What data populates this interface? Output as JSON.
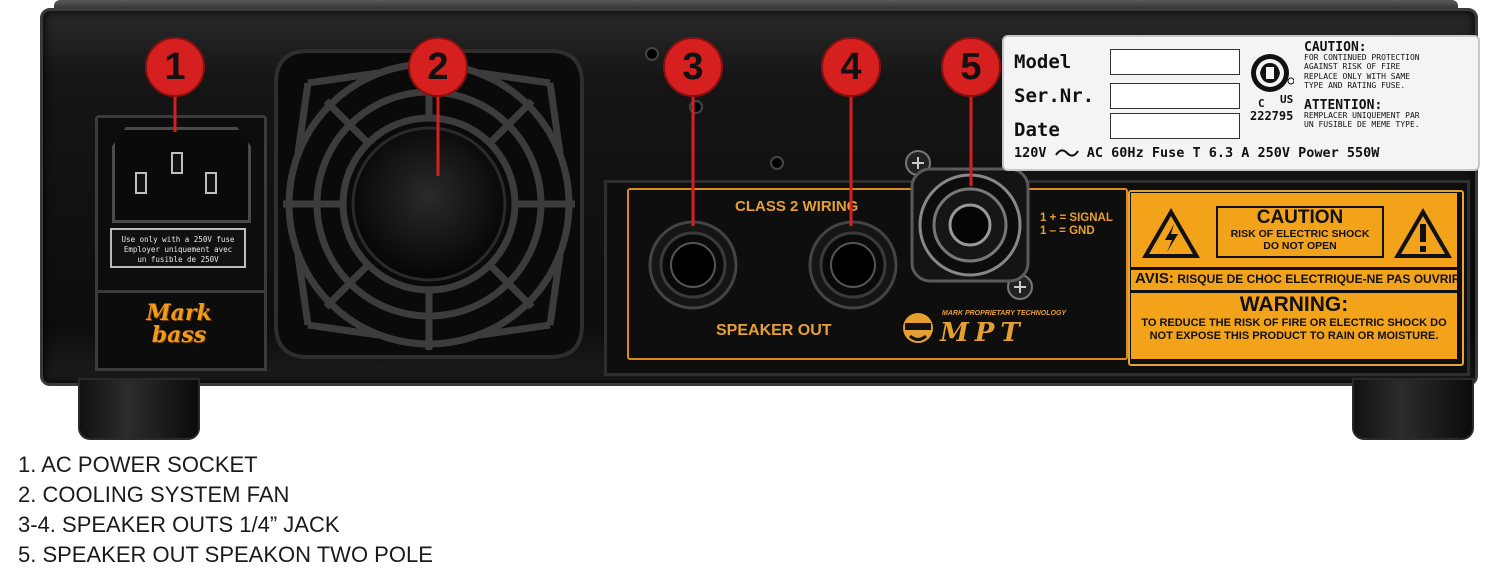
{
  "socket": {
    "fuse_note": "Use only with a 250V fuse\nEmployer uniquement avec\nun fusible de 250V",
    "logo_line1": "Mark",
    "logo_line2": "bass"
  },
  "panel": {
    "class_label": "CLASS 2 WIRING",
    "speaker_out_label": "SPEAKER OUT",
    "signal_line1": "1 + = SIGNAL",
    "signal_line2": "1 – = GND",
    "mpt_small": "MARK PROPRIETARY TECHNOLOGY",
    "mpt_logo": "MPT"
  },
  "sticker": {
    "model_label": "Model",
    "serial_label": "Ser.Nr.",
    "date_label": "Date",
    "csa_c": "C",
    "csa_us": "US",
    "csa_number": "222795",
    "caution_title": "CAUTION:",
    "caution_text": "FOR CONTINUED PROTECTION\nAGAINST RISK OF FIRE\nREPLACE ONLY WITH SAME\nTYPE AND RATING FUSE.",
    "attention_title": "ATTENTION:",
    "attention_text": "REMPLACER UNIQUEMENT PAR\nUN FUSIBLE DE MEME TYPE.",
    "rating_left": "120V",
    "rating_right": "AC 60Hz Fuse T 6.3 A 250V Power 550W"
  },
  "warning": {
    "caution": "CAUTION",
    "caution_sub1": "RISK OF ELECTRIC SHOCK",
    "caution_sub2": "DO NOT OPEN",
    "avis_label": "AVIS:",
    "avis_text": "RISQUE DE CHOC ELECTRIQUE-NE PAS OUVRIR.",
    "warning": "WARNING:",
    "warning_line1": "TO REDUCE THE RISK OF FIRE OR ELECTRIC SHOCK DO",
    "warning_line2": "NOT EXPOSE  THIS PRODUCT TO RAIN OR MOISTURE."
  },
  "callouts": [
    "1",
    "2",
    "3",
    "4",
    "5"
  ],
  "legend": [
    "1. AC POWER SOCKET",
    "2. COOLING SYSTEM FAN",
    "3-4. SPEAKER OUTS 1/4” JACK",
    "5. SPEAKER OUT SPEAKON TWO POLE"
  ],
  "colors": {
    "callout_red": "#d6201f",
    "accent_orange": "#f2a31a"
  }
}
